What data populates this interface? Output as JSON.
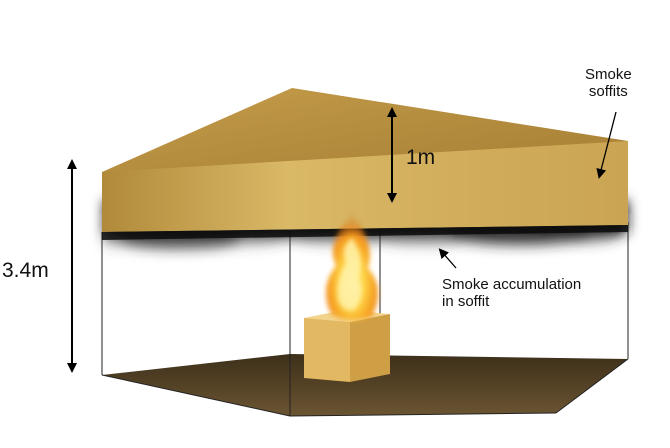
{
  "labels": {
    "room_height": "3.4m",
    "soffit_depth": "1m",
    "soffits_line1": "Smoke",
    "soffits_line2": "soffits",
    "accumulation_line1": "Smoke accumulation",
    "accumulation_line2": "in soffit"
  },
  "colors": {
    "soffit_front": "#d6b25e",
    "soffit_top": "#c9a450",
    "floor": "#5e4a2a",
    "fire_box": "#e8c070",
    "flame_core": "#ffe36a",
    "flame_outer": "#f08a18",
    "smoke": "#111111",
    "arrow": "#000000"
  }
}
